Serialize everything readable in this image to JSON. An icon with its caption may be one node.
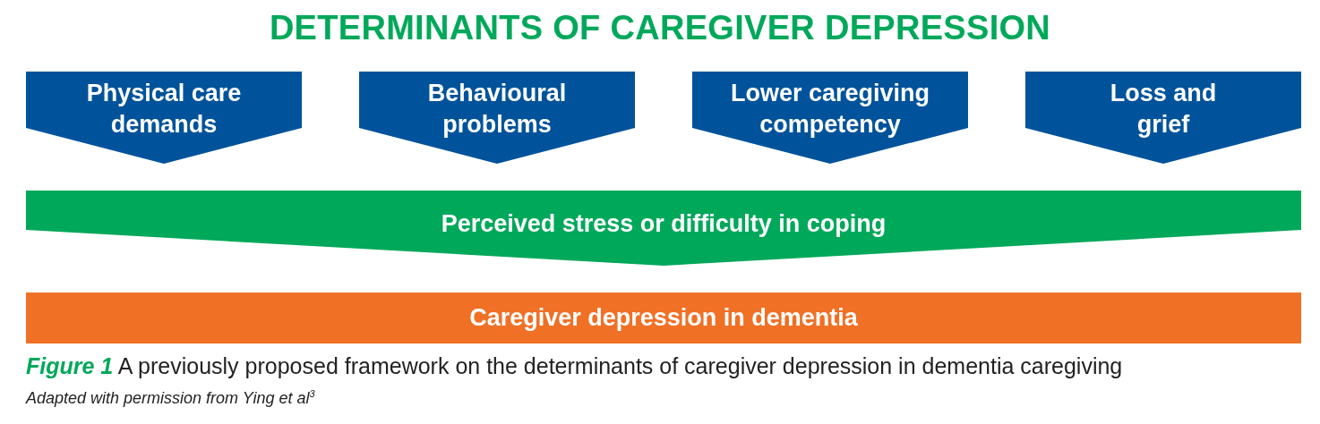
{
  "diagram": {
    "title": "DETERMINANTS OF CAREGIVER DEPRESSION",
    "nodes": [
      {
        "text": [
          "Physical care demands"
        ]
      },
      {
        "text": [
          "Behavioural problems"
        ]
      },
      {
        "text": [
          "Lower caregiving competency"
        ]
      },
      {
        "text": [
          "Loss and grief"
        ]
      },
      {
        "text": [
          "Perceived stress or difficulty in coping"
        ]
      },
      {
        "text": [
          "Caregiver depression in dementia"
        ]
      }
    ],
    "caption": "**Figure 1** A previously proposed framework on the determinants of caregiver depression in dementia caregiving",
    "labels": [
      "Adapted with permission from Ying et al$^{3}$"
    ]
  }
}
